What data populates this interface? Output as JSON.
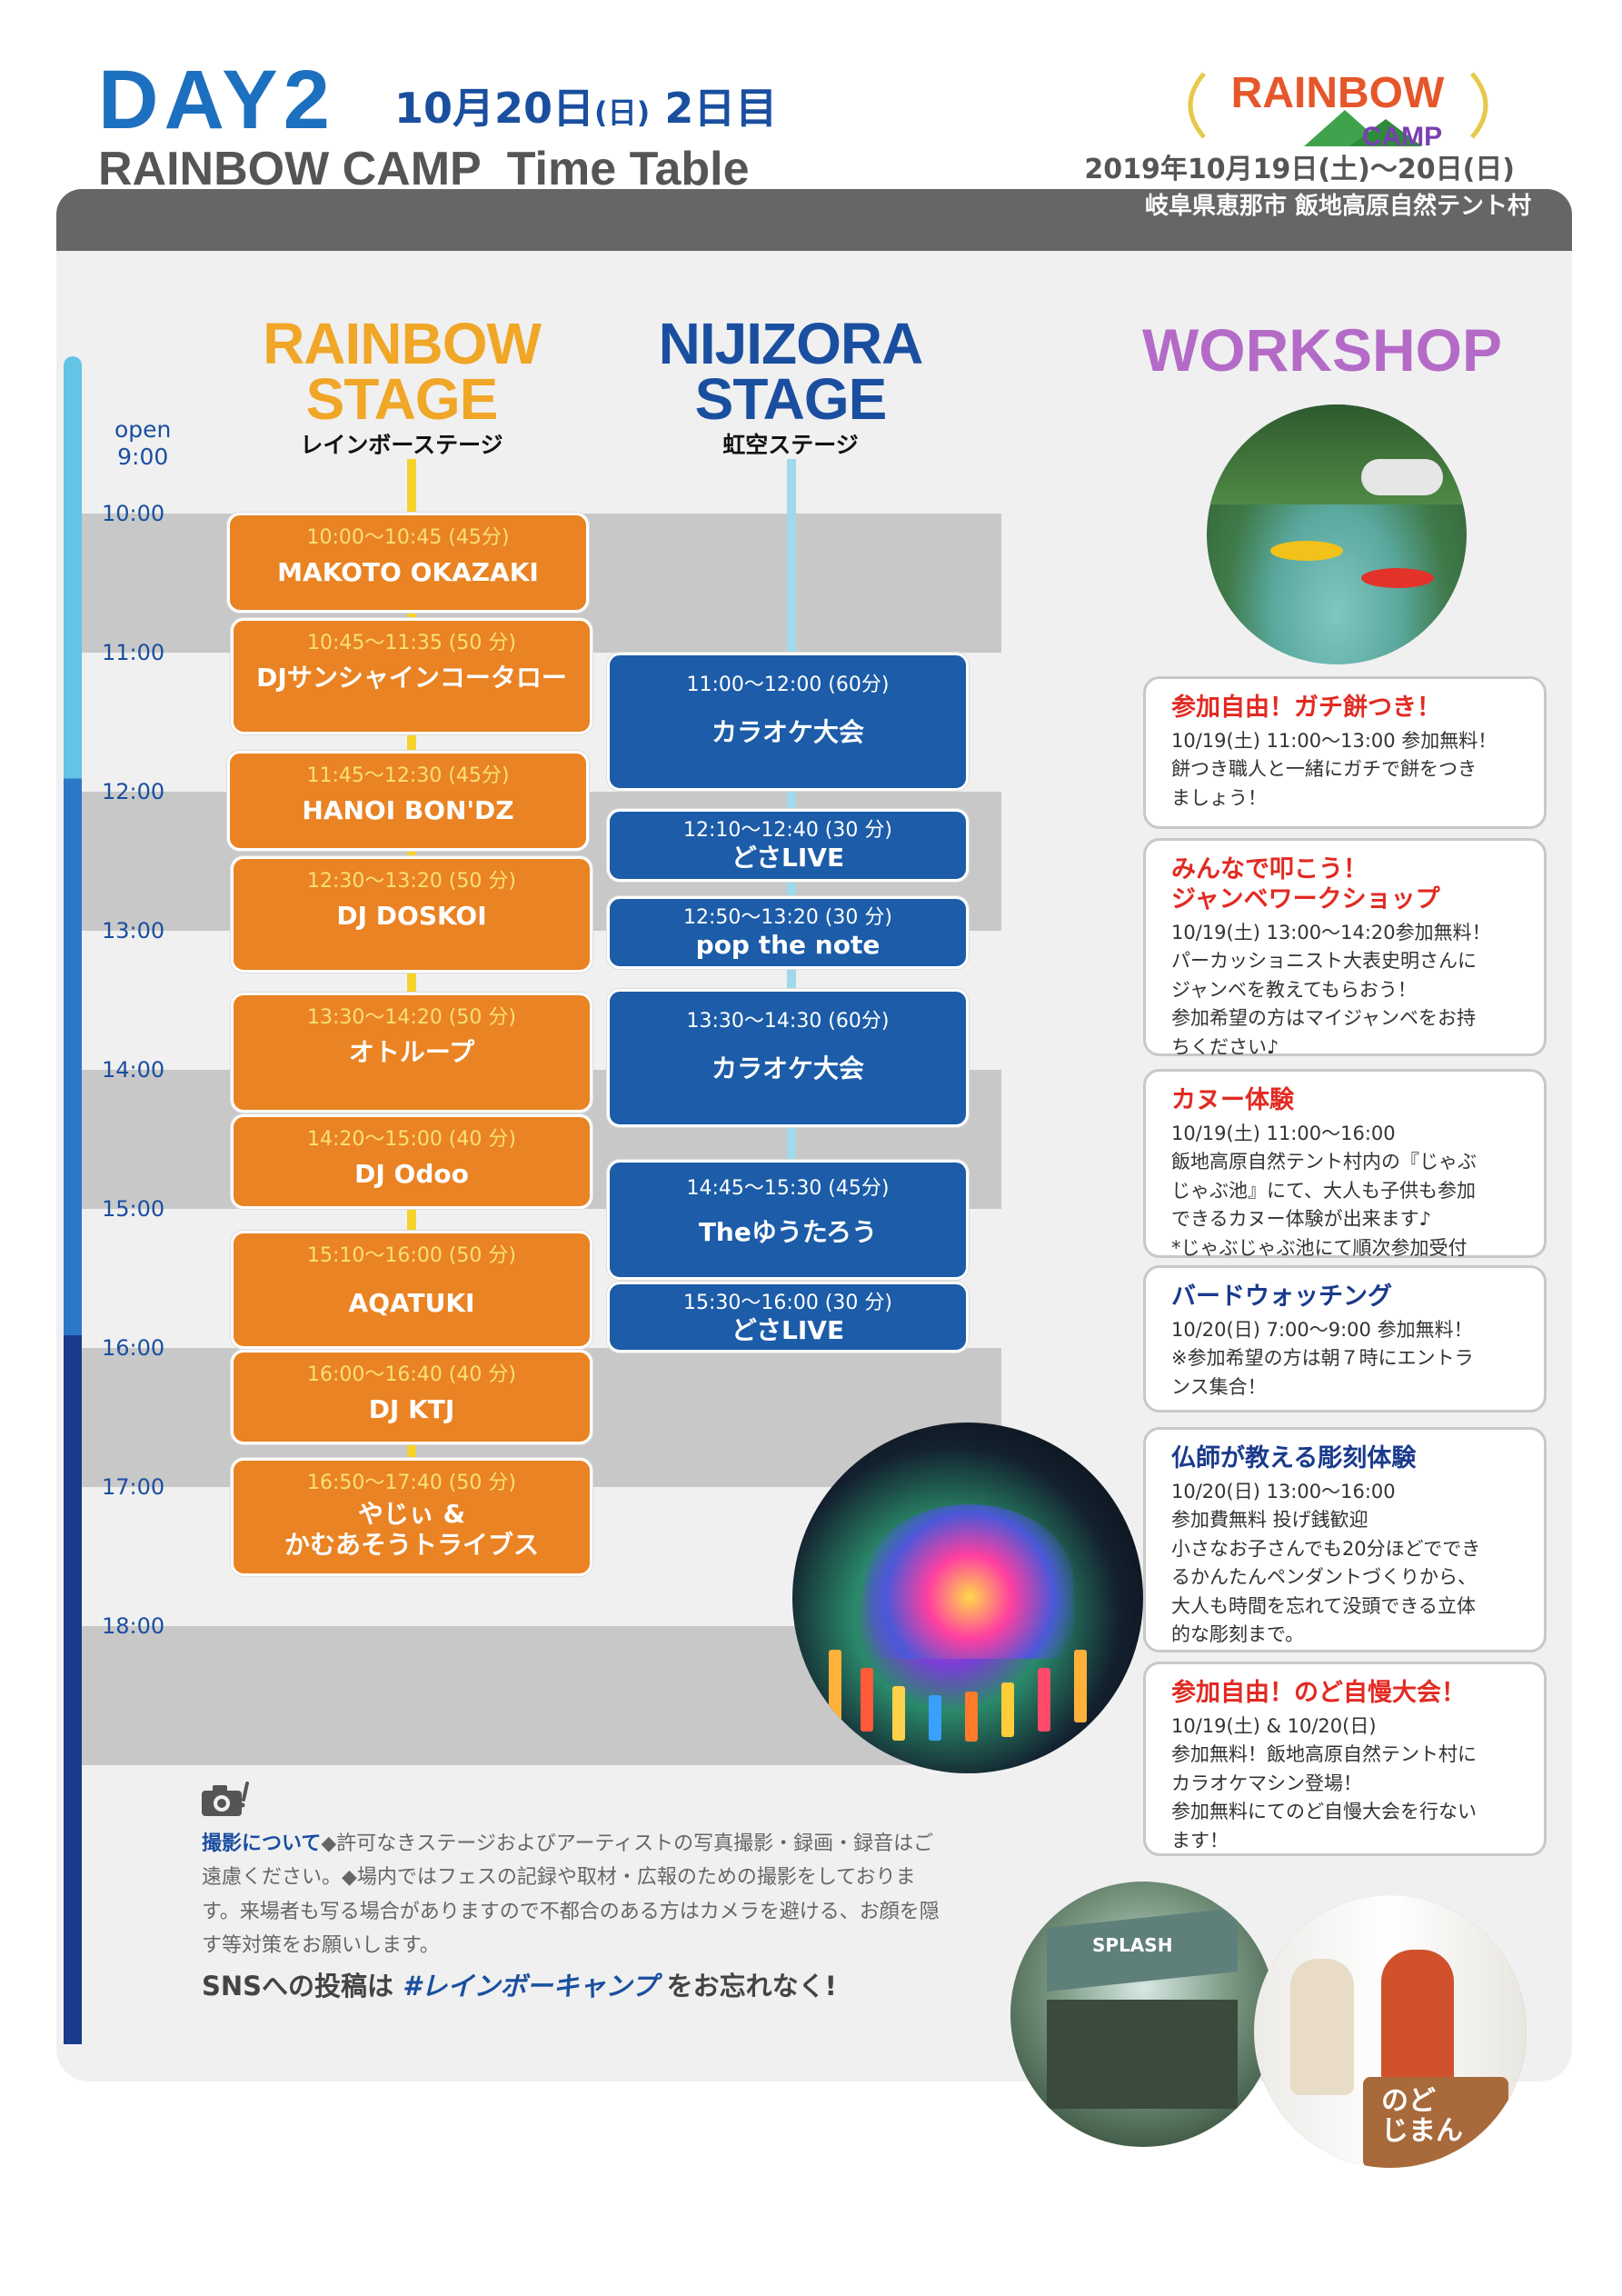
{
  "header": {
    "day": "DAY2",
    "date_main": "10月20日",
    "date_weekday": "(日)",
    "date_day_count": "2日目",
    "subtitle": "RAINBOW CAMP  Time Table",
    "event_dates": "2019年10月19日(土)〜20日(日)",
    "venue": "岐阜県恵那市 飯地高原自然テント村",
    "logo_top": "RAINBOW",
    "logo_bottom": "CAMP"
  },
  "timeline": {
    "open_label": "open",
    "open_time": "9:00",
    "hours": [
      "10:00",
      "11:00",
      "12:00",
      "13:00",
      "14:00",
      "15:00",
      "16:00",
      "17:00",
      "18:00"
    ]
  },
  "rainbow_stage": {
    "title_line1": "RAINBOW",
    "title_line2": "STAGE",
    "subtitle": "レインボーステージ",
    "slots": [
      {
        "time": "10:00〜10:45 (45分)",
        "name": "MAKOTO OKAZAKI"
      },
      {
        "time": "10:45〜11:35 (50 分)",
        "name": "DJサンシャインコータロー"
      },
      {
        "time": "11:45〜12:30 (45分)",
        "name": "HANOI BON'DZ"
      },
      {
        "time": "12:30〜13:20 (50 分)",
        "name": "DJ DOSKOI"
      },
      {
        "time": "13:30〜14:20 (50 分)",
        "name": "オトループ"
      },
      {
        "time": "14:20〜15:00 (40 分)",
        "name": "DJ Odoo"
      },
      {
        "time": "15:10〜16:00 (50 分)",
        "name": "AQATUKI"
      },
      {
        "time": "16:00〜16:40 (40 分)",
        "name": "DJ KTJ"
      },
      {
        "time": "16:50〜17:40 (50 分)",
        "name": "やじぃ &\nかむあそうトライブス"
      }
    ]
  },
  "nijizora_stage": {
    "title_line1": "NIJIZORA",
    "title_line2": "STAGE",
    "subtitle": "虹空ステージ",
    "slots": [
      {
        "time": "11:00〜12:00 (60分)",
        "name": "カラオケ大会"
      },
      {
        "time": "12:10〜12:40 (30 分)",
        "name": "どさLIVE"
      },
      {
        "time": "12:50〜13:20 (30 分)",
        "name": "pop the note"
      },
      {
        "time": "13:30〜14:30 (60分)",
        "name": "カラオケ大会"
      },
      {
        "time": "14:45〜15:30 (45分)",
        "name": "Theゆうたろう"
      },
      {
        "time": "15:30〜16:00 (30 分)",
        "name": "どさLIVE"
      }
    ]
  },
  "workshop": {
    "title": "WORKSHOP",
    "cards": [
      {
        "title": "参加自由！ガチ餅つき！",
        "body": "10/19(土) 11:00〜13:00 参加無料！\n餅つき職人と一緒にガチで餅をつき\nましょう！"
      },
      {
        "title": "みんなで叩こう！\nジャンベワークショップ",
        "body": "10/19(土) 13:00〜14:20参加無料！\nパーカッショニスト大表史明さんに\nジャンベを教えてもらおう！\n参加希望の方はマイジャンベをお持\nちください♪"
      },
      {
        "title": "カヌー体験",
        "body": "10/19(土) 11:00〜16:00\n飯地高原自然テント村内の『じゃぶ\nじゃぶ池』にて、大人も子供も参加\nできるカヌー体験が出来ます♪\n*じゃぶじゃぶ池にて順次参加受付"
      },
      {
        "title": "バードウォッチング",
        "body": "10/20(日) 7:00〜9:00 参加無料！\n※参加希望の方は朝７時にエントラ\nンス集合！"
      },
      {
        "title": "仏師が教える彫刻体験",
        "body": "10/20(日) 13:00〜16:00\n参加費無料 投げ銭歓迎\n小さなお子さんでも20分ほどででき\nるかんたんペンダントづくりから、\n大人も時間を忘れて没頭できる立体\n的な彫刻まで。"
      },
      {
        "title": "参加自由！のど自慢大会！",
        "body": "10/19(土) & 10/20(日)\n参加無料！飯地高原自然テント村に\nカラオケマシン登場！\n参加無料にてのど自慢大会を行ない\nます！"
      }
    ]
  },
  "notes": {
    "photo_head": "撮影について",
    "photo_body": "◆許可なきステージおよびアーティストの写真撮影・録画・録音はご遠慮ください。◆場内ではフェスの記録や取材・広報のための撮影をしております。来場者も写る場合がありますので不都合のある方はカメラを避ける、お顔を隠す等対策をお願いします。",
    "sns_before": "SNSへの投稿は",
    "sns_tag": "#レインボーキャンプ",
    "sns_after": "をお忘れなく!"
  },
  "photo_labels": {
    "market_sign": "SPLASH",
    "karaoke_sign": "のど\nじまん"
  },
  "colors": {
    "rainbow_orange": "#ea8323",
    "nijizora_blue": "#1c5ca8",
    "rainbow_title": "#f0a626",
    "nijizora_title": "#1a4fa0",
    "workshop_title": "#b46bc7",
    "card_title_red": "#e22a22",
    "card_title_navy": "#1a3a8c"
  }
}
